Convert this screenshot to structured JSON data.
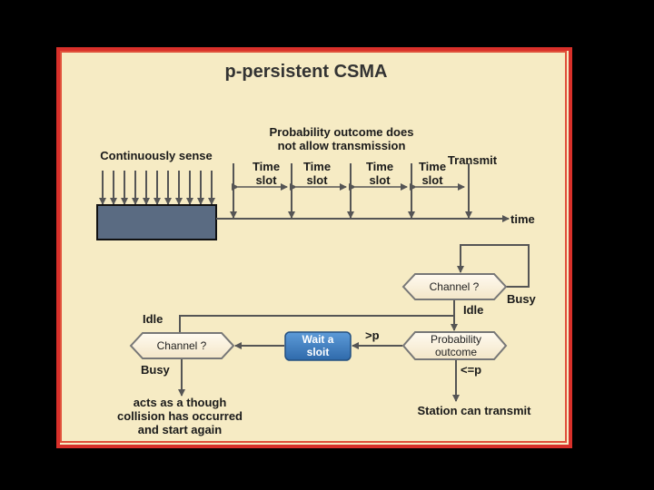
{
  "title": "p-persistent CSMA",
  "timeline": {
    "header_line1": "Probability outcome does",
    "header_line2": "not allow transmission",
    "sense_label": "Continuously sense",
    "time_slot_line1": "Time",
    "time_slot_line2": "slot",
    "transmit_label": "Transmit",
    "axis_label": "time"
  },
  "flow": {
    "channel_check_right": "Channel ?",
    "busy_right": "Busy",
    "idle_right": "Idle",
    "idle_left": "Idle",
    "probability_line1": "Probability",
    "probability_line2": "outcome",
    "gt_p": ">p",
    "le_p": "<=p",
    "wait_line1": "Wait a",
    "wait_line2": "sloit",
    "channel_check_left": "Channel ?",
    "busy_left": "Busy",
    "collision_line1": "acts as a though",
    "collision_line2": "collision has occurred",
    "collision_line3": "and start again",
    "station_transmit": "Station can transmit"
  },
  "colors": {
    "frame": "#d8302a",
    "panel": "#f6ebc4",
    "sense_box": "#5a6b82",
    "wait_box": "#3f7fc0",
    "arrows": "#555555"
  }
}
